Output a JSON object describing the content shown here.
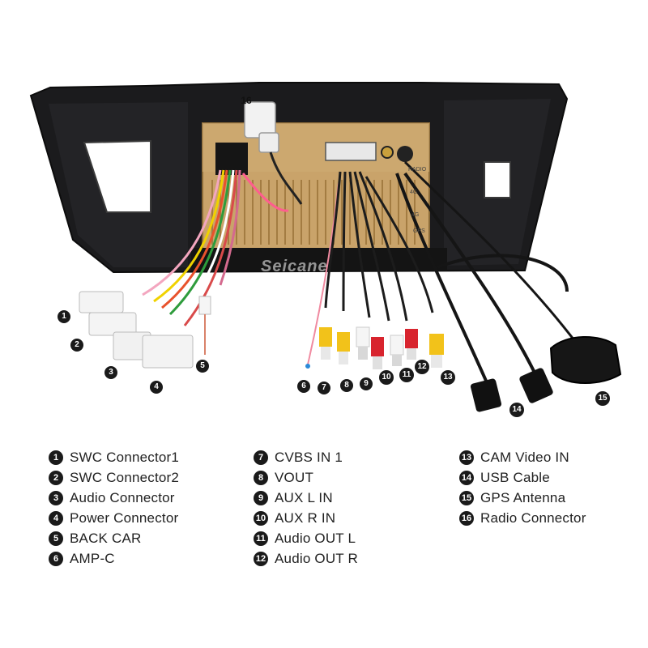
{
  "watermark": "Seicane",
  "chassis_labels": [
    "RADIO",
    "4G",
    "4G",
    "GPS"
  ],
  "callouts": [
    "1",
    "2",
    "3",
    "4",
    "5",
    "6",
    "7",
    "8",
    "9",
    "10",
    "11",
    "12",
    "13",
    "14",
    "15",
    "16"
  ],
  "legend": [
    [
      {
        "num": "1",
        "label": "SWC Connector1"
      },
      {
        "num": "2",
        "label": "SWC Connector2"
      },
      {
        "num": "3",
        "label": "Audio Connector"
      },
      {
        "num": "4",
        "label": "Power Connector"
      },
      {
        "num": "5",
        "label": "BACK CAR"
      },
      {
        "num": "6",
        "label": "AMP-C"
      }
    ],
    [
      {
        "num": "7",
        "label": "CVBS IN 1"
      },
      {
        "num": "8",
        "label": "VOUT"
      },
      {
        "num": "9",
        "label": "AUX L IN"
      },
      {
        "num": "10",
        "label": "AUX R IN"
      },
      {
        "num": "11",
        "label": "Audio OUT L"
      },
      {
        "num": "12",
        "label": "Audio OUT R"
      }
    ],
    [
      {
        "num": "13",
        "label": "CAM Video IN"
      },
      {
        "num": "14",
        "label": "USB Cable"
      },
      {
        "num": "15",
        "label": "GPS Antenna"
      },
      {
        "num": "16",
        "label": "Radio Connector"
      }
    ]
  ]
}
